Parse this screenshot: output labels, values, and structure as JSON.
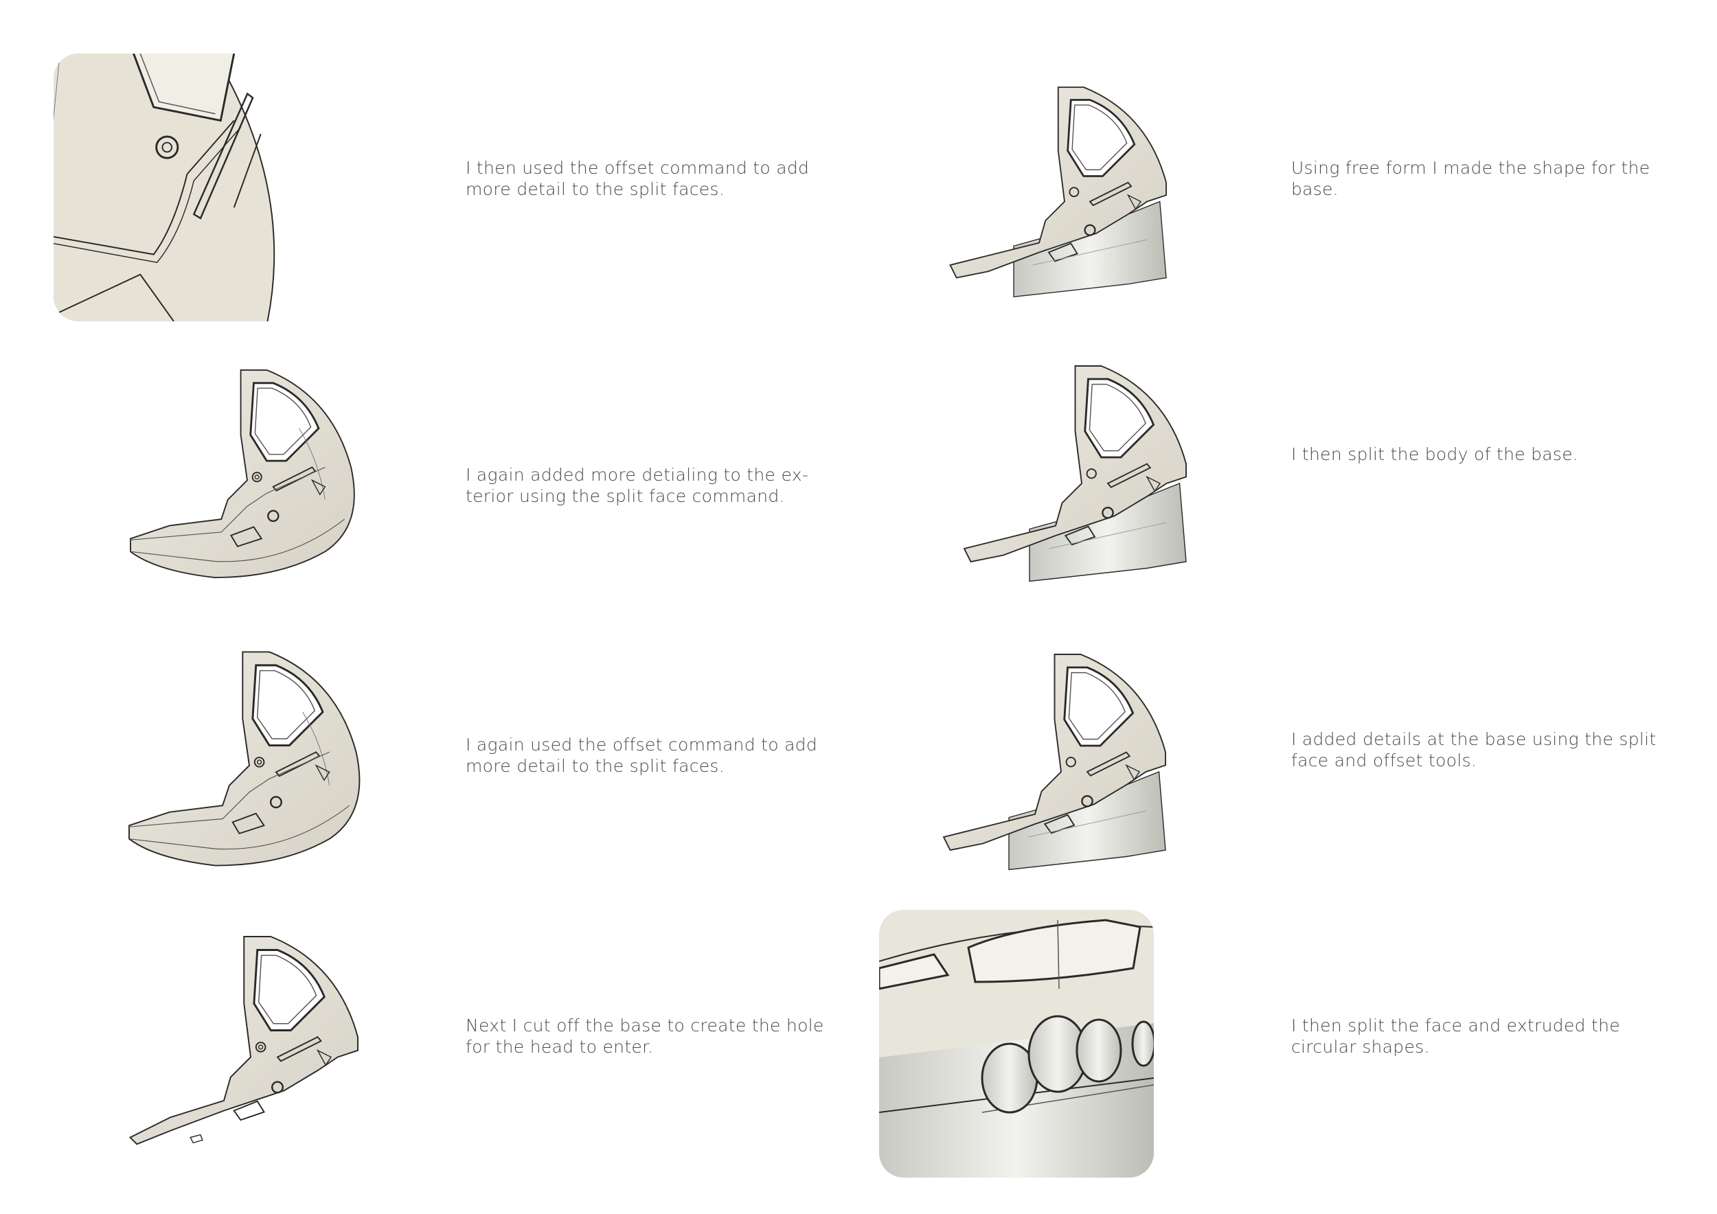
{
  "colors": {
    "background": "#ffffff",
    "caption_text": "#4a4a4a",
    "model_body": "#e4e0d4",
    "model_shadow": "#cfcbbf",
    "model_edge": "#2a2a2a",
    "glass": "#dcdcd6"
  },
  "steps": [
    {
      "id": "left-1",
      "caption": "I then used the offset command to add more detail to the split faces.",
      "image": "helmet-closeup-render"
    },
    {
      "id": "left-2",
      "caption": "I again added more detialing to the ex-terior using the split face command.",
      "image": "helmet-side-render"
    },
    {
      "id": "left-3",
      "caption": "I again used the offset command to add more detail to the split faces.",
      "image": "helmet-side-render"
    },
    {
      "id": "left-4",
      "caption": "Next I cut off the base to create the hole for the head to enter.",
      "image": "helmet-cutoff-render"
    },
    {
      "id": "right-1",
      "caption": "Using free form I made the shape for the base.",
      "image": "helmet-base-render"
    },
    {
      "id": "right-2",
      "caption": "I then split the body of the base.",
      "image": "helmet-base-render"
    },
    {
      "id": "right-3",
      "caption": "I added details at the base using the split face and offset tools.",
      "image": "helmet-base-render"
    },
    {
      "id": "right-4",
      "caption": "I then split the face and extruded the circular shapes.",
      "image": "helmet-base-closeup-render"
    }
  ]
}
